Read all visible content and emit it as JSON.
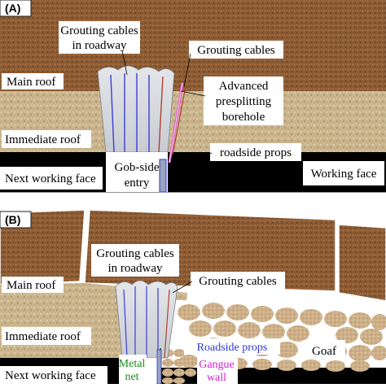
{
  "panel_a": {
    "tag": "(A)",
    "labels": {
      "grouting_cables_roadway_line1": "Grouting cables",
      "grouting_cables_roadway_line2": "in roadway",
      "grouting_cables": "Grouting cables",
      "main_roof": "Main roof",
      "advanced_line1": "Advanced",
      "advanced_line2": "presplitting",
      "advanced_line3": "borehole",
      "immediate_roof": "Immediate roof",
      "roadside_props": "roadside props",
      "next_working_face": "Next working face",
      "gob_side_line1": "Gob-side",
      "gob_side_line2": "entry",
      "working_face": "Working face"
    }
  },
  "panel_b": {
    "tag": "(B)",
    "labels": {
      "grouting_cables_roadway_line1": "Grouting cables",
      "grouting_cables_roadway_line2": "in roadway",
      "main_roof": "Main roof",
      "grouting_cables": "Grouting cables",
      "immediate_roof": "Immediate roof",
      "roadside_props": "Roadside props",
      "goaf": "Goaf",
      "metal_net_line1": "Metal",
      "metal_net_line2": "net",
      "gangue_wall_line1": "Gangue",
      "gangue_wall_line2": "wall",
      "next_working_face": "Next working face"
    }
  },
  "colors": {
    "main_roof": "#8a5a33",
    "immediate_roof": "#c9b48c",
    "coal": "#000000",
    "cable": "#3a3fd0",
    "cable_red": "#b04030",
    "borehole": "#e060d0",
    "metal_net": "#1c8a1c",
    "props_label": "#2a3ad0",
    "gangue_label": "#d020d0",
    "goaf_rock": "#cdb08a"
  }
}
